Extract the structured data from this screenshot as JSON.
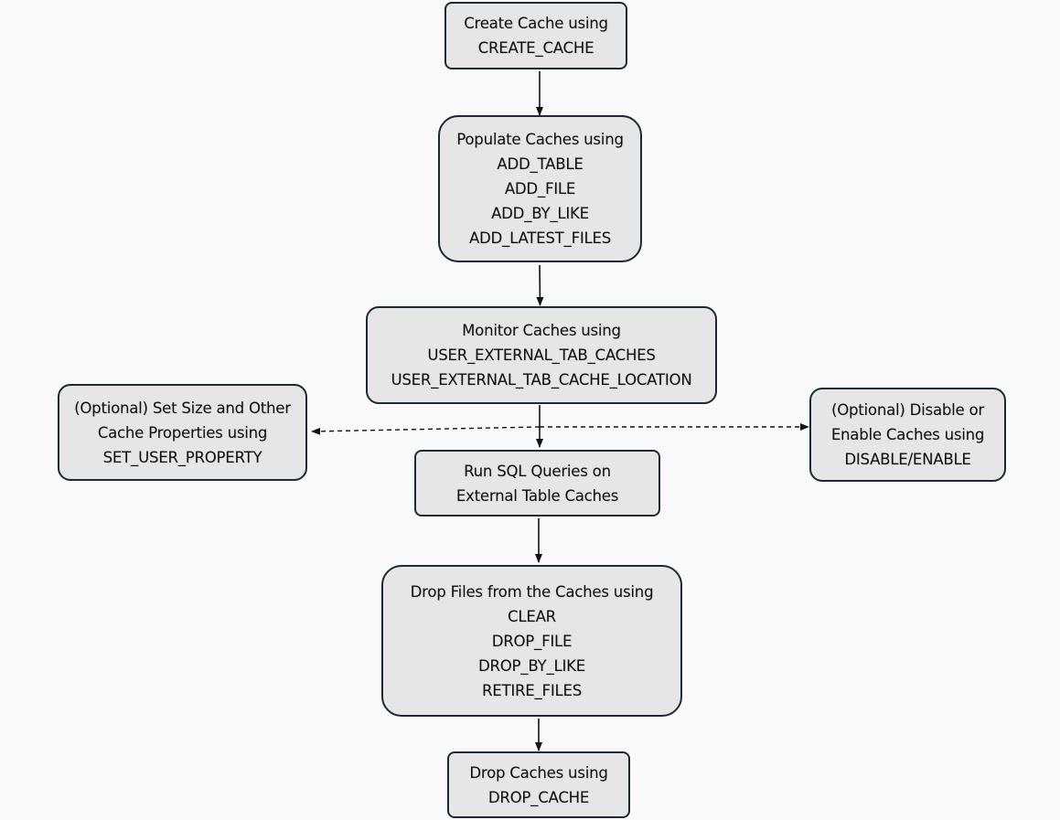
{
  "colors": {
    "background": "#f9f9f9",
    "box_fill": "#e6e6e6",
    "box_border": "#1a2b33",
    "arrow": "#111111"
  },
  "nodes": {
    "create_cache": {
      "lines": [
        "Create Cache using",
        "CREATE_CACHE"
      ]
    },
    "populate_caches": {
      "lines": [
        "Populate Caches using",
        "ADD_TABLE",
        "ADD_FILE",
        "ADD_BY_LIKE",
        "ADD_LATEST_FILES"
      ]
    },
    "monitor_caches": {
      "lines": [
        "Monitor Caches using",
        "USER_EXTERNAL_TAB_CACHES",
        "USER_EXTERNAL_TAB_CACHE_LOCATION"
      ]
    },
    "set_size": {
      "lines": [
        "(Optional) Set Size and Other",
        "Cache Properties using",
        "SET_USER_PROPERTY"
      ]
    },
    "disable_enable": {
      "lines": [
        "(Optional) Disable or",
        "Enable Caches using",
        "DISABLE/ENABLE"
      ]
    },
    "run_sql": {
      "lines": [
        "Run SQL Queries on",
        "External Table Caches"
      ]
    },
    "drop_files": {
      "lines": [
        "Drop Files from the Caches using",
        "CLEAR",
        "DROP_FILE",
        "DROP_BY_LIKE",
        "RETIRE_FILES"
      ]
    },
    "drop_caches": {
      "lines": [
        "Drop Caches using",
        "DROP_CACHE"
      ]
    }
  }
}
